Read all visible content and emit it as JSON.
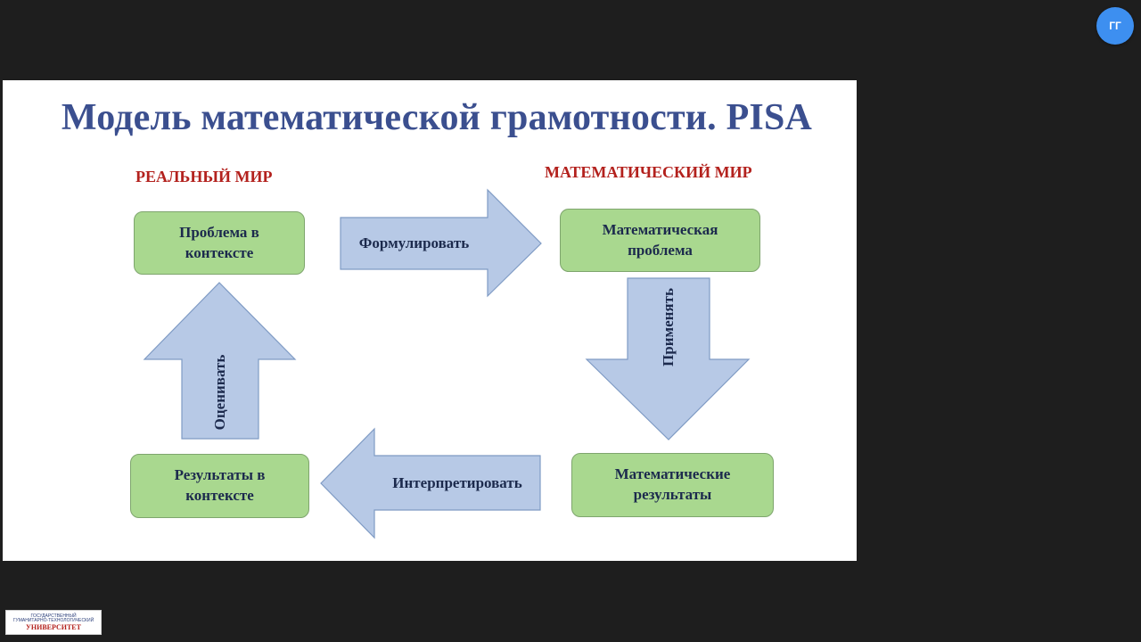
{
  "participant": {
    "initials": "ГГ",
    "avatar_color": "#3d8ff0"
  },
  "slide": {
    "title": "Модель математической грамотности. PISA",
    "real_world_label": "РЕАЛЬНЫЙ МИР",
    "math_world_label": "МАТЕМАТИЧЕСКИЙ МИР",
    "boxes": {
      "problem_in_context": "Проблема в контексте",
      "math_problem": "Математическая проблема",
      "math_results": "Математические результаты",
      "results_in_context": "Результаты в контексте"
    },
    "arrows": {
      "formulate": "Формулировать",
      "apply": "Применять",
      "interpret": "Интерпретировать",
      "evaluate": "Оценивать"
    },
    "colors": {
      "title": "#3b4f8f",
      "section_label": "#b3211d",
      "box_fill": "#a9d88f",
      "arrow_fill": "#b7c9e6"
    }
  },
  "logo": {
    "line1": "ГОСУДАРСТВЕННЫЙ",
    "line2": "ГУМАНИТАРНО-ТЕХНОЛОГИЧЕСКИЙ",
    "line3": "УНИВЕРСИТЕТ"
  }
}
